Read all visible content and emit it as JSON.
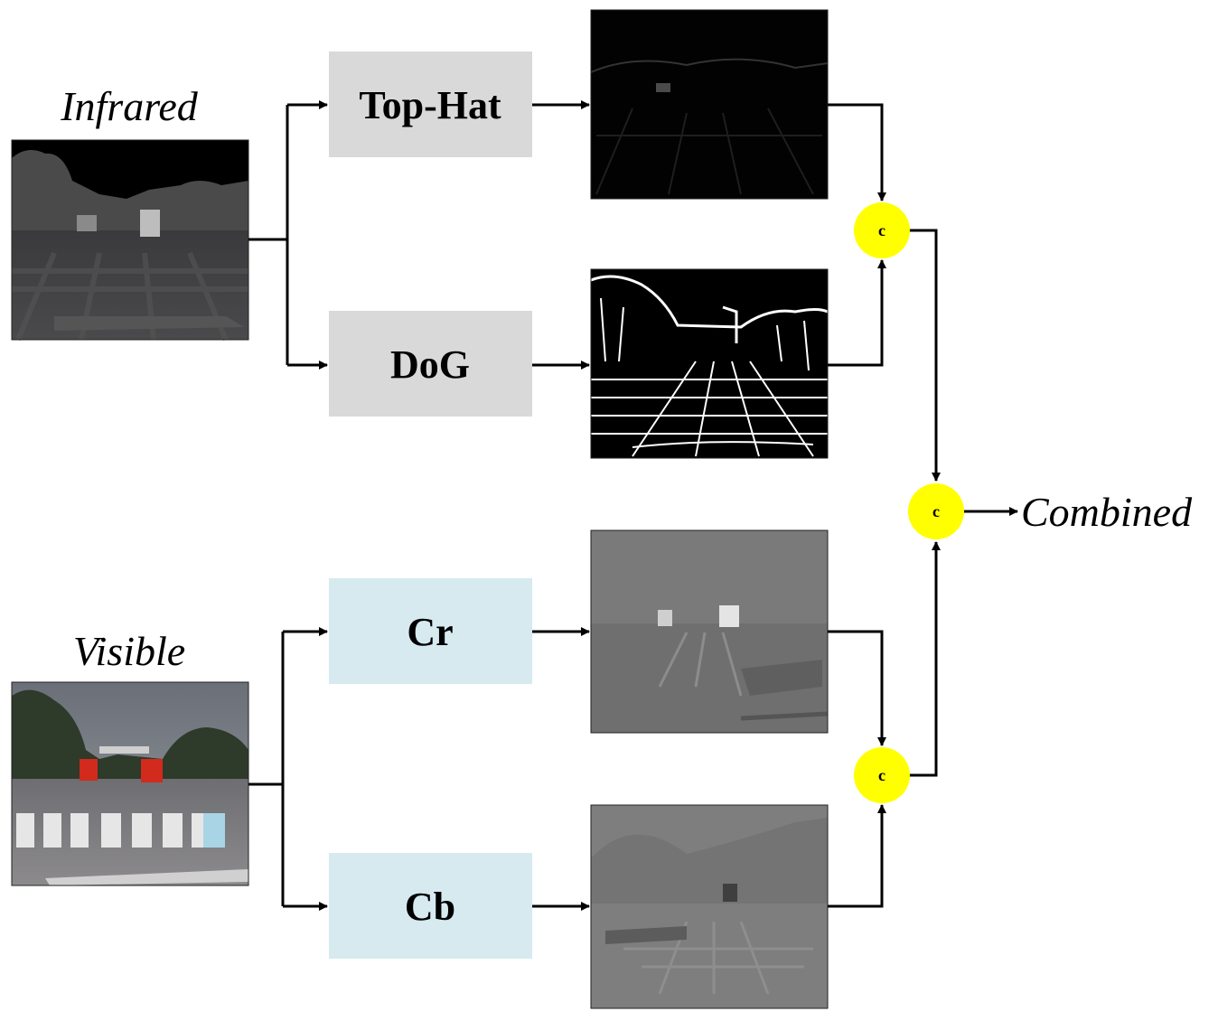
{
  "inputs": {
    "infrared_label": "Infrared",
    "visible_label": "Visible"
  },
  "operations": {
    "tophat": "Top-Hat",
    "dog": "DoG",
    "cr": "Cr",
    "cb": "Cb"
  },
  "concat_symbol": "c",
  "output_label": "Combined",
  "colors": {
    "infrared_branch_box": "#d9d9d9",
    "visible_branch_box": "#d6eaf0",
    "concat_node": "#ffff00",
    "connector": "#000000"
  },
  "icons": {
    "infrared_image": "infrared-road-scene-image",
    "visible_image": "visible-road-scene-image",
    "tophat_result": "tophat-result-image",
    "dog_result": "dog-edge-map-image",
    "cr_result": "cr-channel-image",
    "cb_result": "cb-channel-image"
  }
}
